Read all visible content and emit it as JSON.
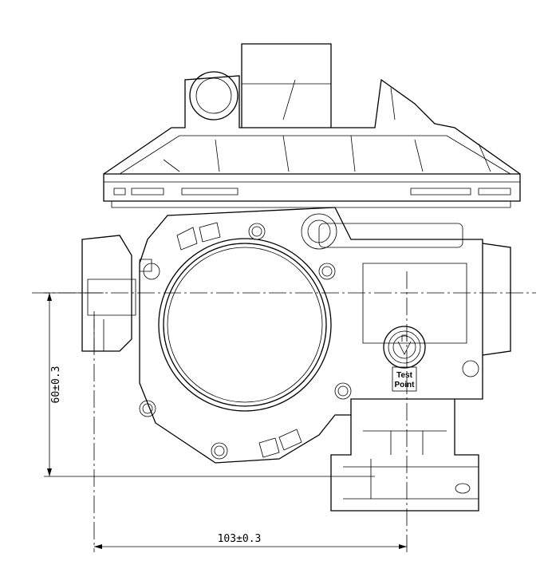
{
  "dimensions": {
    "vertical": "60±0.3",
    "horizontal": "103±0.3"
  },
  "labels": {
    "test_point_line1": "Test",
    "test_point_line2": "Point"
  }
}
